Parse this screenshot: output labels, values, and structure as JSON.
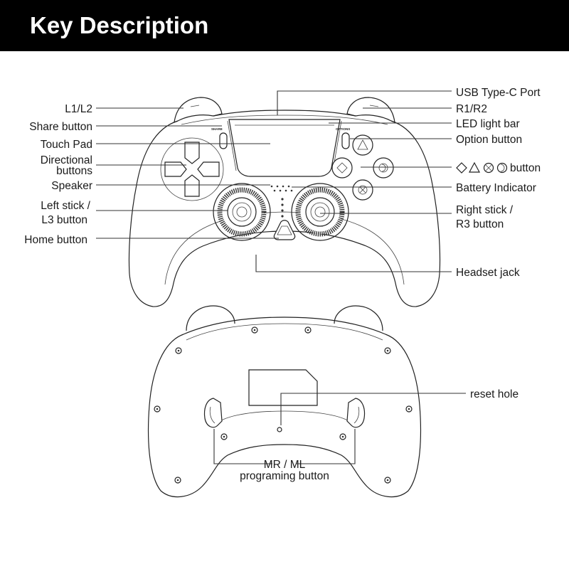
{
  "header": {
    "title": "Key Description"
  },
  "front_labels": {
    "l1l2": "L1/L2",
    "share": "Share button",
    "touchpad": "Touch Pad",
    "directional_1": "Directional",
    "directional_2": "buttons",
    "speaker": "Speaker",
    "left_stick_1": "Left stick /",
    "left_stick_2": "L3 button",
    "home": "Home button",
    "usb": "USB Type-C Port",
    "r1r2": "R1/R2",
    "led": "LED light bar",
    "option": "Option button",
    "face_buttons": "button",
    "battery": "Battery Indicator",
    "right_stick_1": "Right stick /",
    "right_stick_2": "R3 button",
    "headset": "Headset jack"
  },
  "back_labels": {
    "reset": "reset hole",
    "mr_ml_1": "MR / ML",
    "mr_ml_2": "programing button"
  },
  "controller_text": {
    "share_tag": "SHARE",
    "options_tag": "OPTIONS"
  },
  "icons": {
    "face_symbols": [
      "diamond-icon",
      "triangle-icon",
      "x-circle-icon",
      "crescent-circle-icon"
    ]
  }
}
